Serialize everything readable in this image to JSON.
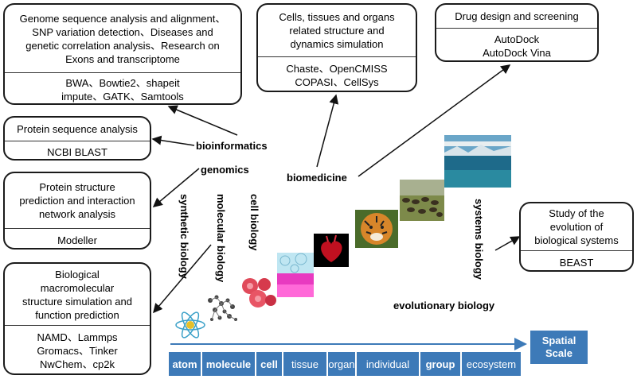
{
  "boxes": {
    "genome": {
      "head": [
        "Genome sequence analysis and alignment、",
        "SNP variation detection、Diseases and",
        "genetic correlation analysis、Research on",
        "Exons and transcriptome"
      ],
      "tools": [
        "BWA、Bowtie2、shapeit",
        "impute、GATK、Samtools"
      ]
    },
    "protein_seq": {
      "head": [
        "Protein sequence analysis"
      ],
      "tools": [
        "NCBI BLAST"
      ]
    },
    "protein_struct": {
      "head": [
        "Protein structure",
        "prediction and interaction",
        "network analysis"
      ],
      "tools": [
        "Modeller"
      ]
    },
    "macro": {
      "head": [
        "Biological",
        "macromolecular",
        "structure simulation and",
        "function prediction"
      ],
      "tools": [
        "NAMD、Lammps",
        "Gromacs、Tinker",
        "NwChem、cp2k"
      ]
    },
    "cells": {
      "head": [
        "Cells, tissues and organs",
        "related structure and",
        "dynamics simulation"
      ],
      "tools": [
        "Chaste、OpenCMISS",
        "COPASI、CellSys"
      ]
    },
    "drug": {
      "head": [
        "Drug design and screening"
      ],
      "tools": [
        "AutoDock",
        "AutoDock Vina"
      ]
    },
    "evolution": {
      "head": [
        "Study of the",
        "evolution of",
        "biological systems"
      ],
      "tools": [
        "BEAST"
      ]
    }
  },
  "labels": {
    "bioinformatics": "bioinformatics",
    "genomics": "genomics",
    "biomedicine": "biomedicine",
    "evolutionary_biology": "evolutionary biology",
    "synthetic_biology": "synthetic biology",
    "molecular_biology": "molecular biology",
    "cell_biology": "cell biology",
    "systems_biology": "systems biology"
  },
  "scale": {
    "axis_label": [
      "Spatial",
      "Scale"
    ],
    "cells": [
      "atom",
      "molecule",
      "cell",
      "tissue",
      "organ",
      "individual",
      "group",
      "ecosystem"
    ],
    "bold_cells": [
      "atom",
      "molecule",
      "cell",
      "group"
    ]
  },
  "colors": {
    "scale_blue": "#3d7ab8",
    "arrow_blue": "#3d7ab8",
    "border": "#1a1a1a"
  }
}
